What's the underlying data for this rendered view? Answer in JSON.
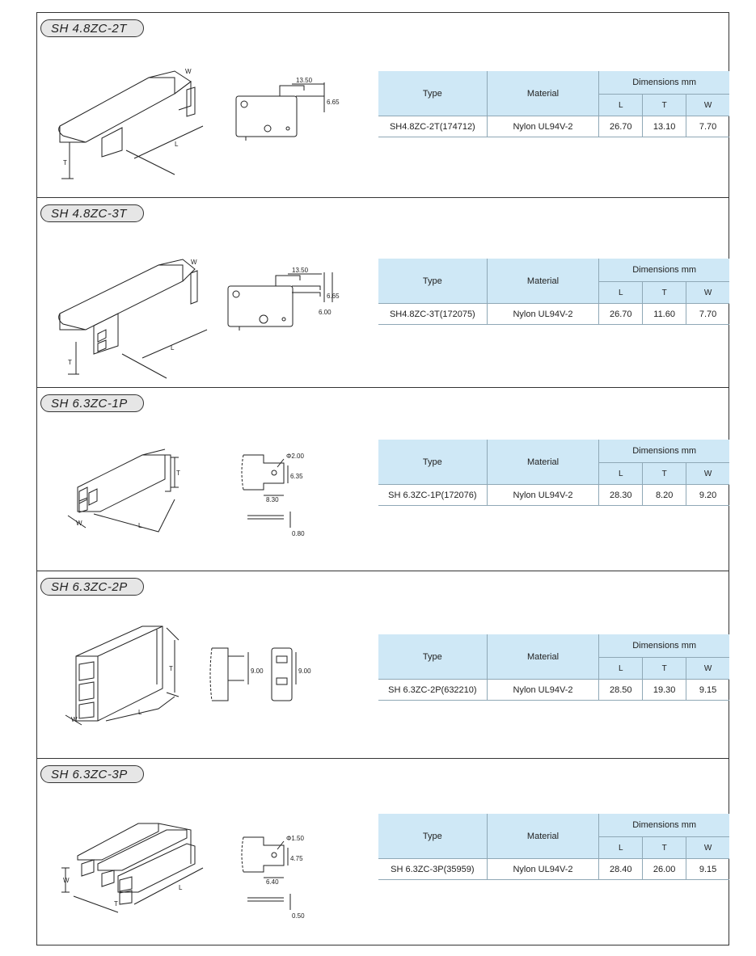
{
  "columns": {
    "type": "Type",
    "material": "Material",
    "dimensions": "Dimensions mm",
    "l": "L",
    "t": "T",
    "w": "W"
  },
  "sections": [
    {
      "title": "SH 4.8ZC-2T",
      "type": "SH4.8ZC-2T(174712)",
      "material": "Nylon UL94V-2",
      "L": "26.70",
      "T": "13.10",
      "W": "7.70",
      "dims": [
        "13.50",
        "6.65"
      ]
    },
    {
      "title": "SH 4.8ZC-3T",
      "type": "SH4.8ZC-3T(172075)",
      "material": "Nylon UL94V-2",
      "L": "26.70",
      "T": "11.60",
      "W": "7.70",
      "dims": [
        "13.50",
        "6.00",
        "6.65"
      ]
    },
    {
      "title": "SH 6.3ZC-1P",
      "type": "SH 6.3ZC-1P(172076)",
      "material": "Nylon UL94V-2",
      "L": "28.30",
      "T": "8.20",
      "W": "9.20",
      "dims": [
        "Φ2.00",
        "6.35",
        "8.30",
        "0.80"
      ]
    },
    {
      "title": "SH 6.3ZC-2P",
      "type": "SH 6.3ZC-2P(632210)",
      "material": "Nylon UL94V-2",
      "L": "28.50",
      "T": "19.30",
      "W": "9.15",
      "dims": [
        "9.00",
        "9.00"
      ]
    },
    {
      "title": "SH 6.3ZC-3P",
      "type": "SH 6.3ZC-3P(35959)",
      "material": "Nylon UL94V-2",
      "L": "28.40",
      "T": "26.00",
      "W": "9.15",
      "dims": [
        "Φ1.50",
        "4.75",
        "6.40",
        "0.50"
      ]
    }
  ],
  "figure_letters": {
    "w": "W",
    "l": "L",
    "t": "T"
  }
}
